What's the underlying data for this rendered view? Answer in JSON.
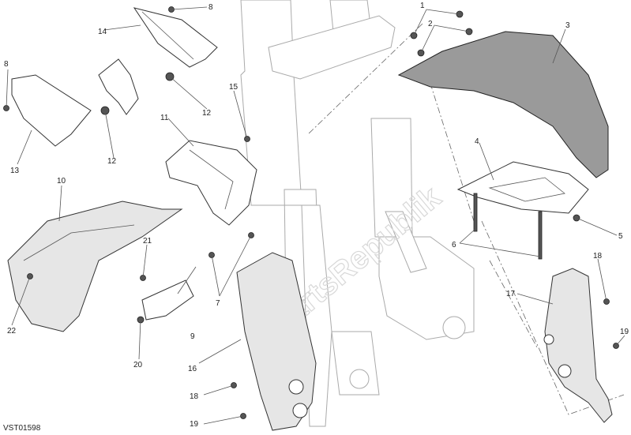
{
  "diagram": {
    "watermark": "PartsRepublik",
    "code": "VST01598",
    "callouts": [
      "1",
      "2",
      "3",
      "4",
      "5",
      "6",
      "7",
      "8",
      "8",
      "9",
      "10",
      "11",
      "12",
      "12",
      "13",
      "14",
      "15",
      "16",
      "17",
      "18",
      "18",
      "19",
      "19",
      "20",
      "21",
      "22"
    ]
  }
}
